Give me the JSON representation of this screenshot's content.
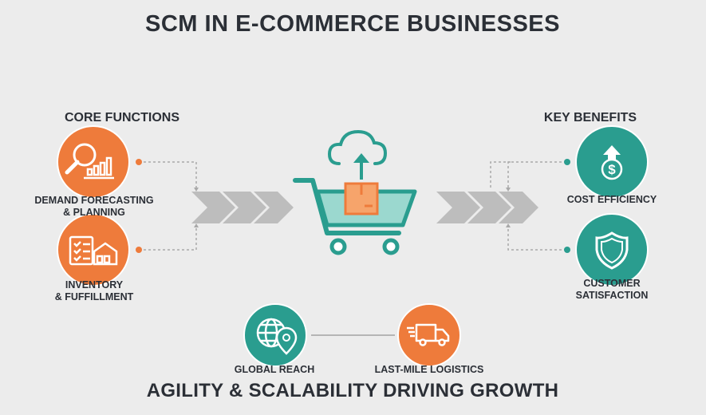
{
  "title": "SCM IN E-COMMERCE BUSINESSES",
  "subtitle": "AGILITY & SCALABILITY DRIVING GROWTH",
  "colors": {
    "orange": "#ee7b3b",
    "teal": "#2a9d8f",
    "text": "#2b2f36",
    "chevron": "#bdbdbd",
    "background": "#ececec"
  },
  "core_functions": {
    "heading": "CORE FUNCTIONS",
    "items": [
      {
        "line1": "DEMAND FORECASTING",
        "line2": "& PLANNING",
        "icon": "magnifier-bar-chart-icon"
      },
      {
        "line1": "INVENTORY",
        "line2": "& FUFFILLMENT",
        "icon": "checklist-warehouse-icon"
      }
    ]
  },
  "key_benefits": {
    "heading": "KEY BENEFITS",
    "items": [
      {
        "line1": "COST EFFICIENCY",
        "line2": "",
        "icon": "dollar-up-arrow-icon"
      },
      {
        "line1": "CUSTOMER",
        "line2": "SATISFACTION",
        "icon": "shield-icon"
      }
    ]
  },
  "bottom": {
    "items": [
      {
        "label": "GLOBAL REACH",
        "icon": "globe-pin-icon"
      },
      {
        "label": "LAST-MILE LOGISTICS",
        "icon": "delivery-truck-icon"
      }
    ]
  }
}
